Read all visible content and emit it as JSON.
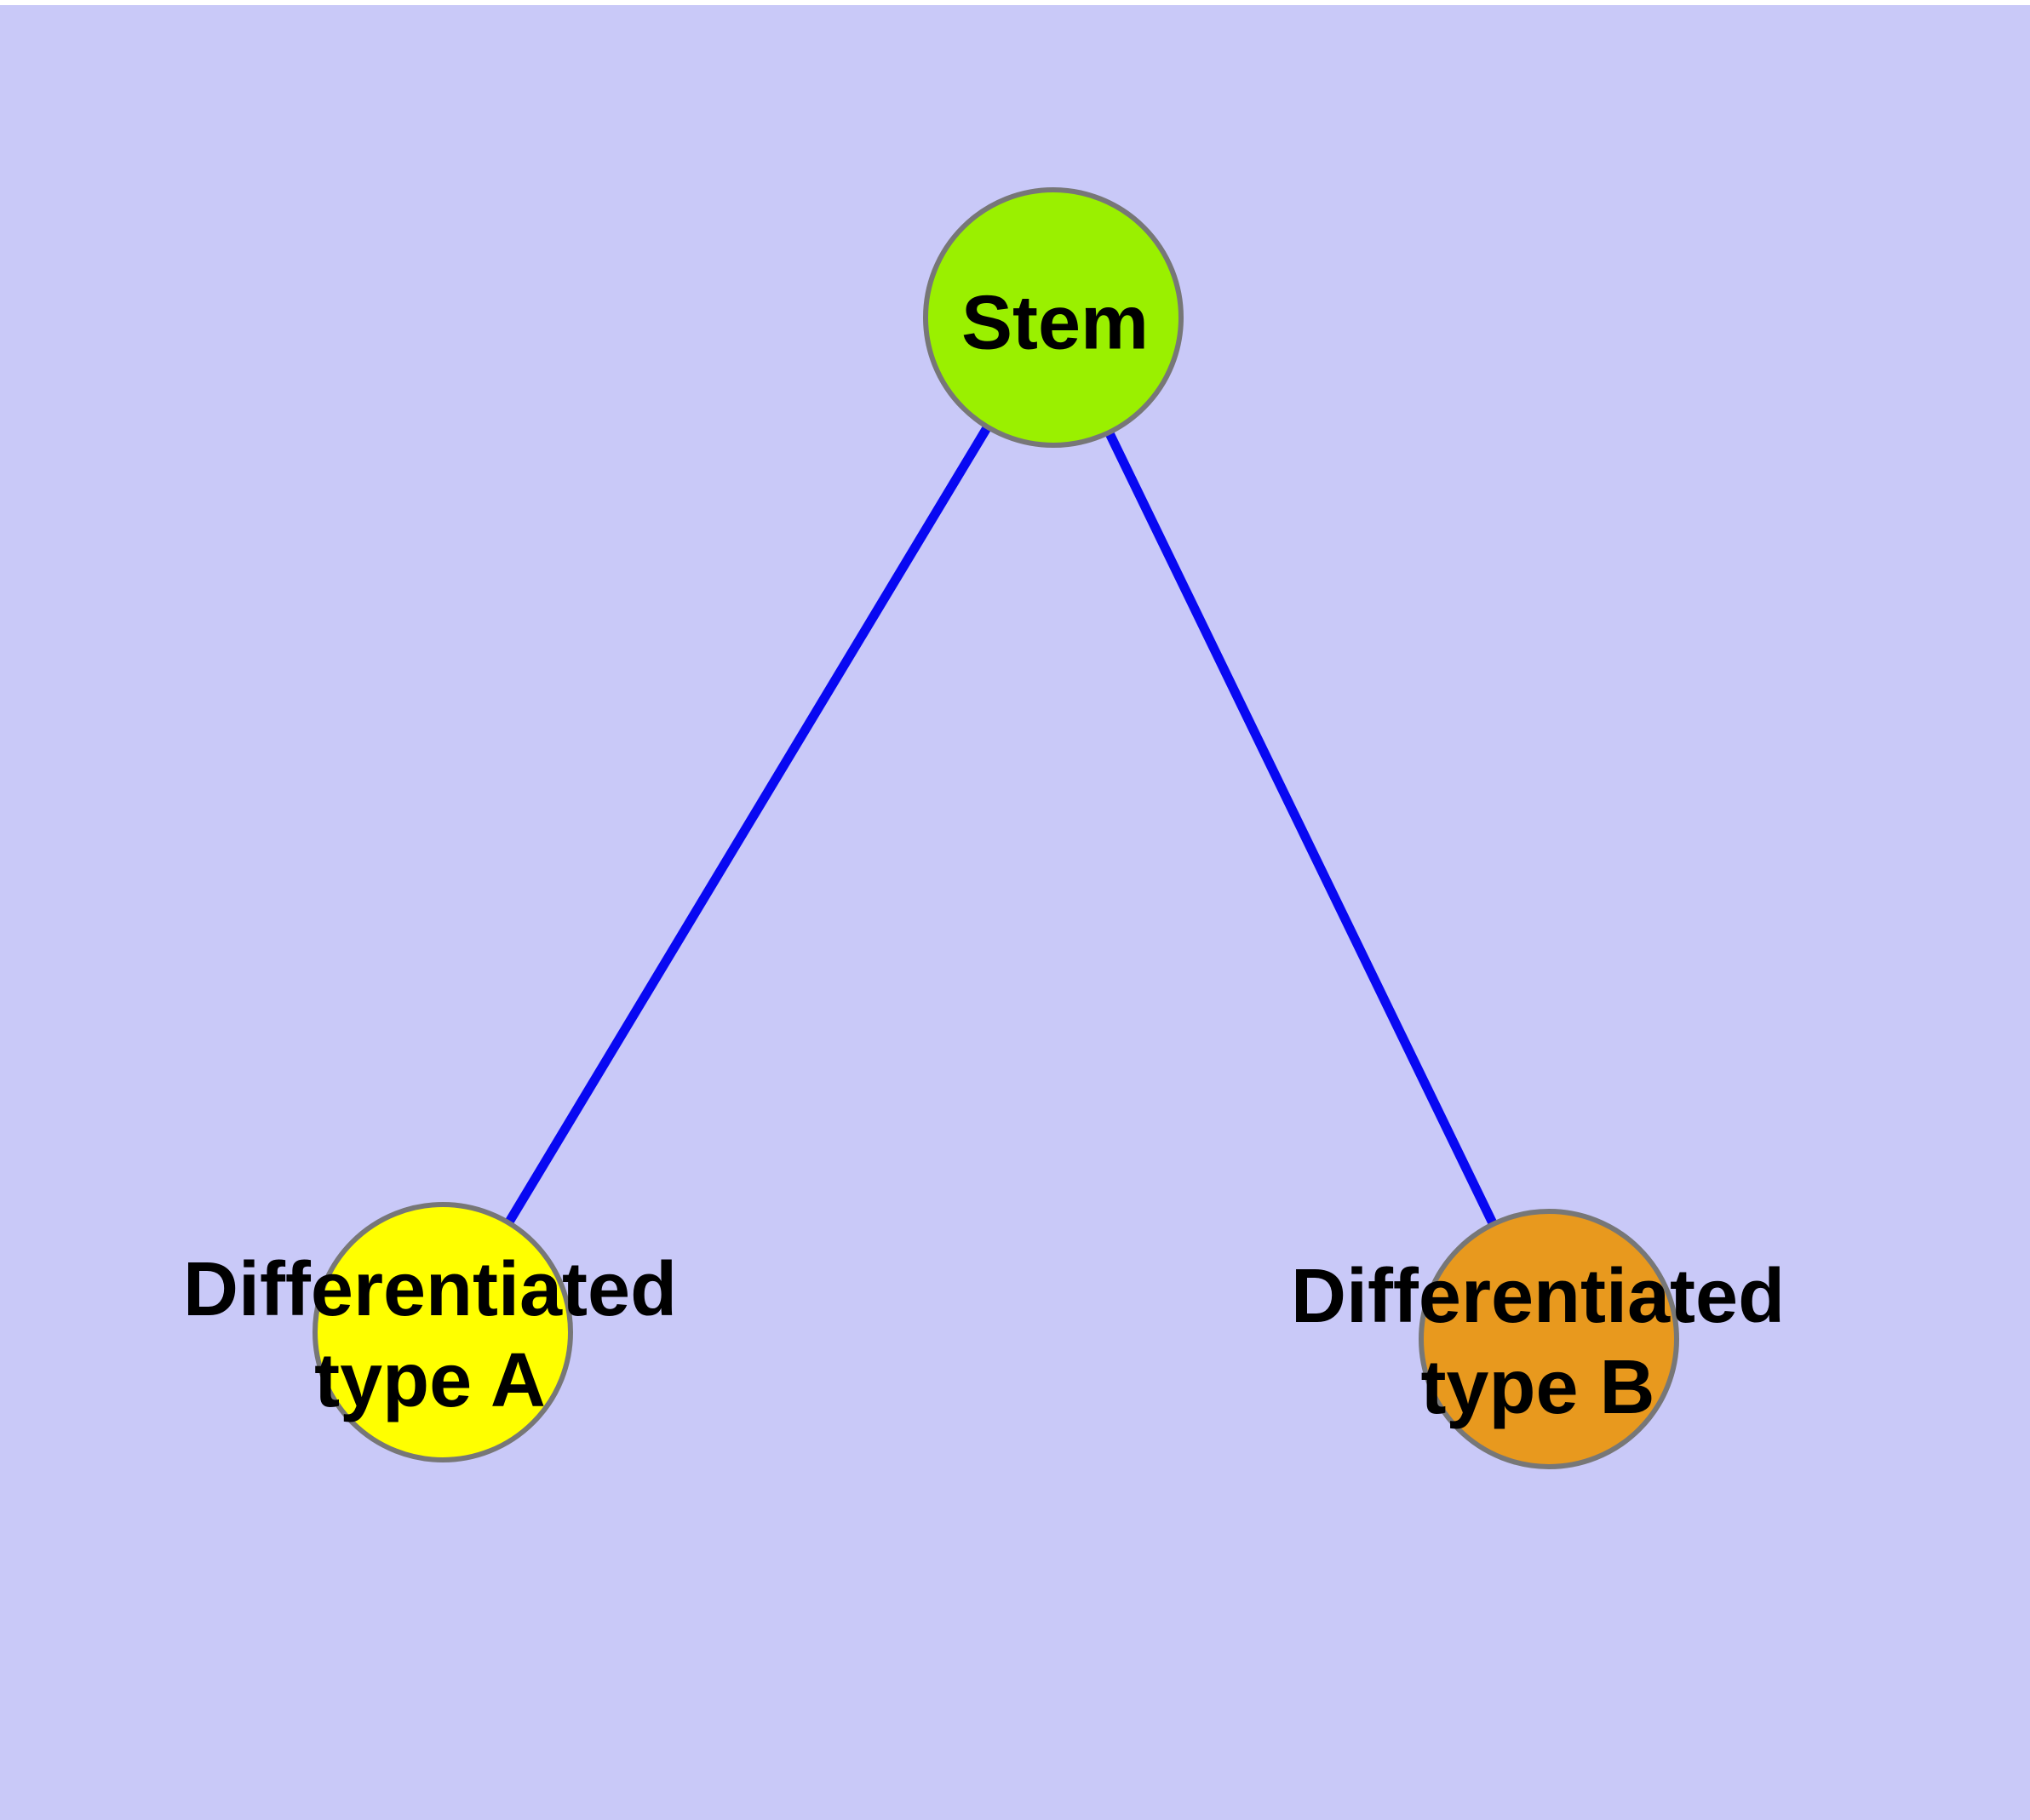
{
  "diagram": {
    "type": "node-link graph",
    "background_color": "#C9C9F8",
    "top_margin_color": "#FFFFFF",
    "edge_color": "#0808F2",
    "node_border_color": "#777777",
    "text_color": "#000000",
    "nodes": [
      {
        "id": "stem",
        "label": "Stem",
        "line1": "Stem",
        "line2": "",
        "shape": "circle",
        "fill_color": "#9AF000"
      },
      {
        "id": "differentiated-type-a",
        "label": "Differentiated type A",
        "line1": "Differentiated",
        "line2": "type A",
        "shape": "circle",
        "fill_color": "#FFFF00"
      },
      {
        "id": "differentiated-type-b",
        "label": "Differentiated type B",
        "line1": "Differentiated",
        "line2": "type B",
        "shape": "circle",
        "fill_color": "#E8991E"
      }
    ],
    "edges": [
      {
        "from": "Stem",
        "to": "Differentiated type A",
        "style": "solid",
        "arrowhead": "none"
      },
      {
        "from": "Stem",
        "to": "Differentiated type B",
        "style": "solid",
        "arrowhead": "none"
      }
    ]
  }
}
